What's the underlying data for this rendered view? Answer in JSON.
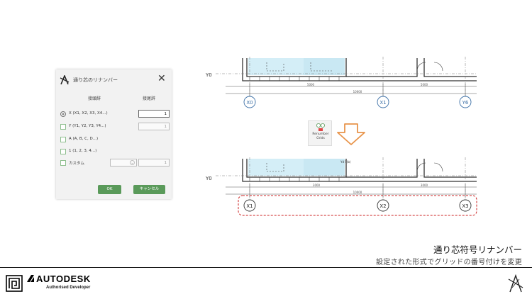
{
  "dialog": {
    "title": "通り芯のリナンバー",
    "col_prefix": "接頭辞",
    "col_suffix": "接尾辞",
    "options": [
      {
        "label": "X (X1, X2, X3, X4...)",
        "value": "1",
        "selected": true
      },
      {
        "label": "Y (Y1, Y2, Y3, Y4...)",
        "value": "1",
        "selected": false
      },
      {
        "label": "A (A, B, C, D...)",
        "value": "",
        "selected": false
      },
      {
        "label": "1 (1, 2, 3, 4...)",
        "value": "",
        "selected": false
      },
      {
        "label": "カスタム",
        "value": "1",
        "selected": false
      }
    ],
    "ok_label": "OK",
    "cancel_label": "キャンセル"
  },
  "tool": {
    "label_line1": "Renumber",
    "label_line2": "Grids"
  },
  "grid_before": {
    "top_left_label": "Y0",
    "bubbles": [
      "X0",
      "X1",
      "Y6"
    ],
    "dim_left": "5000",
    "dim_right": "5000",
    "dim_total": "10000"
  },
  "grid_after": {
    "top_left_label": "Y0",
    "small_text": "Yd 5(b)",
    "bubbles": [
      "X1",
      "X2",
      "X3"
    ],
    "dim_left": "3000",
    "dim_right": "3000",
    "dim_total": "10000"
  },
  "titles": {
    "main": "通り芯符号リナンバー",
    "sub": "設定された形式でグリッドの番号付けを変更"
  },
  "brand": {
    "name": "AUTODESK",
    "subtitle": "Authorised Developer"
  },
  "colors": {
    "accent_green": "#5a9a5a",
    "bubble_blue": "#3a6ea5",
    "highlight_red": "#cc2222",
    "arrow_orange": "#e8944a",
    "room_fill": "#d4eef7"
  }
}
